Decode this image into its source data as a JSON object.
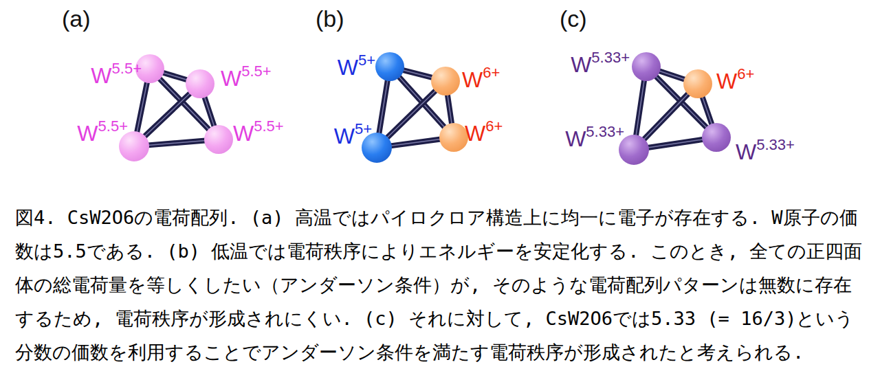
{
  "diagram": {
    "caption": "図4. CsW2O6の電荷配列. (a) 高温ではパイロクロア構造上に均一に電子が存在する. W原子の価数は5.5である. (b) 低温では電荷秩序によりエネルギーを安定化する. このとき, 全ての正四面体の総電荷量を等しくしたい（アンダーソン条件）が, そのような電荷配列パターンは無数に存在するため, 電荷秩序が形成されにくい. (c) それに対して, CsW2O6では5.33 (= 16/3)という分数の価数を利用することでアンダーソン条件を満たす電荷秩序が形成されたと考えられる.",
    "nodes": [
      {
        "text": [
          "W",
          "5.5+"
        ]
      },
      {
        "text": [
          "W",
          "5.5+"
        ]
      },
      {
        "text": [
          "W",
          "5.5+"
        ]
      },
      {
        "text": [
          "W",
          "5.5+"
        ]
      },
      {
        "text": [
          "W",
          "5+"
        ]
      },
      {
        "text": [
          "W",
          "6+"
        ]
      },
      {
        "text": [
          "W",
          "5+"
        ]
      },
      {
        "text": [
          "W",
          "6+"
        ]
      },
      {
        "text": [
          "W",
          "5.33+"
        ]
      },
      {
        "text": [
          "W",
          "6+"
        ]
      },
      {
        "text": [
          "W",
          "5.33+"
        ]
      },
      {
        "text": [
          "W",
          "5.33+"
        ]
      }
    ],
    "edges": [
      {
        "from": 0,
        "to": 1,
        "arrow": "none"
      },
      {
        "from": 0,
        "to": 2,
        "arrow": "none"
      },
      {
        "from": 0,
        "to": 3,
        "arrow": "none"
      },
      {
        "from": 1,
        "to": 2,
        "arrow": "none"
      },
      {
        "from": 1,
        "to": 3,
        "arrow": "none"
      },
      {
        "from": 2,
        "to": 3,
        "arrow": "none"
      },
      {
        "from": 4,
        "to": 5,
        "arrow": "none"
      },
      {
        "from": 4,
        "to": 6,
        "arrow": "none"
      },
      {
        "from": 4,
        "to": 7,
        "arrow": "none"
      },
      {
        "from": 5,
        "to": 6,
        "arrow": "none"
      },
      {
        "from": 5,
        "to": 7,
        "arrow": "none"
      },
      {
        "from": 6,
        "to": 7,
        "arrow": "none"
      },
      {
        "from": 8,
        "to": 9,
        "arrow": "none"
      },
      {
        "from": 8,
        "to": 10,
        "arrow": "none"
      },
      {
        "from": 8,
        "to": 11,
        "arrow": "none"
      },
      {
        "from": 9,
        "to": 10,
        "arrow": "none"
      },
      {
        "from": 9,
        "to": 11,
        "arrow": "none"
      },
      {
        "from": 10,
        "to": 11,
        "arrow": "none"
      }
    ],
    "labels": [
      "(a)",
      "(b)",
      "(c)"
    ]
  }
}
